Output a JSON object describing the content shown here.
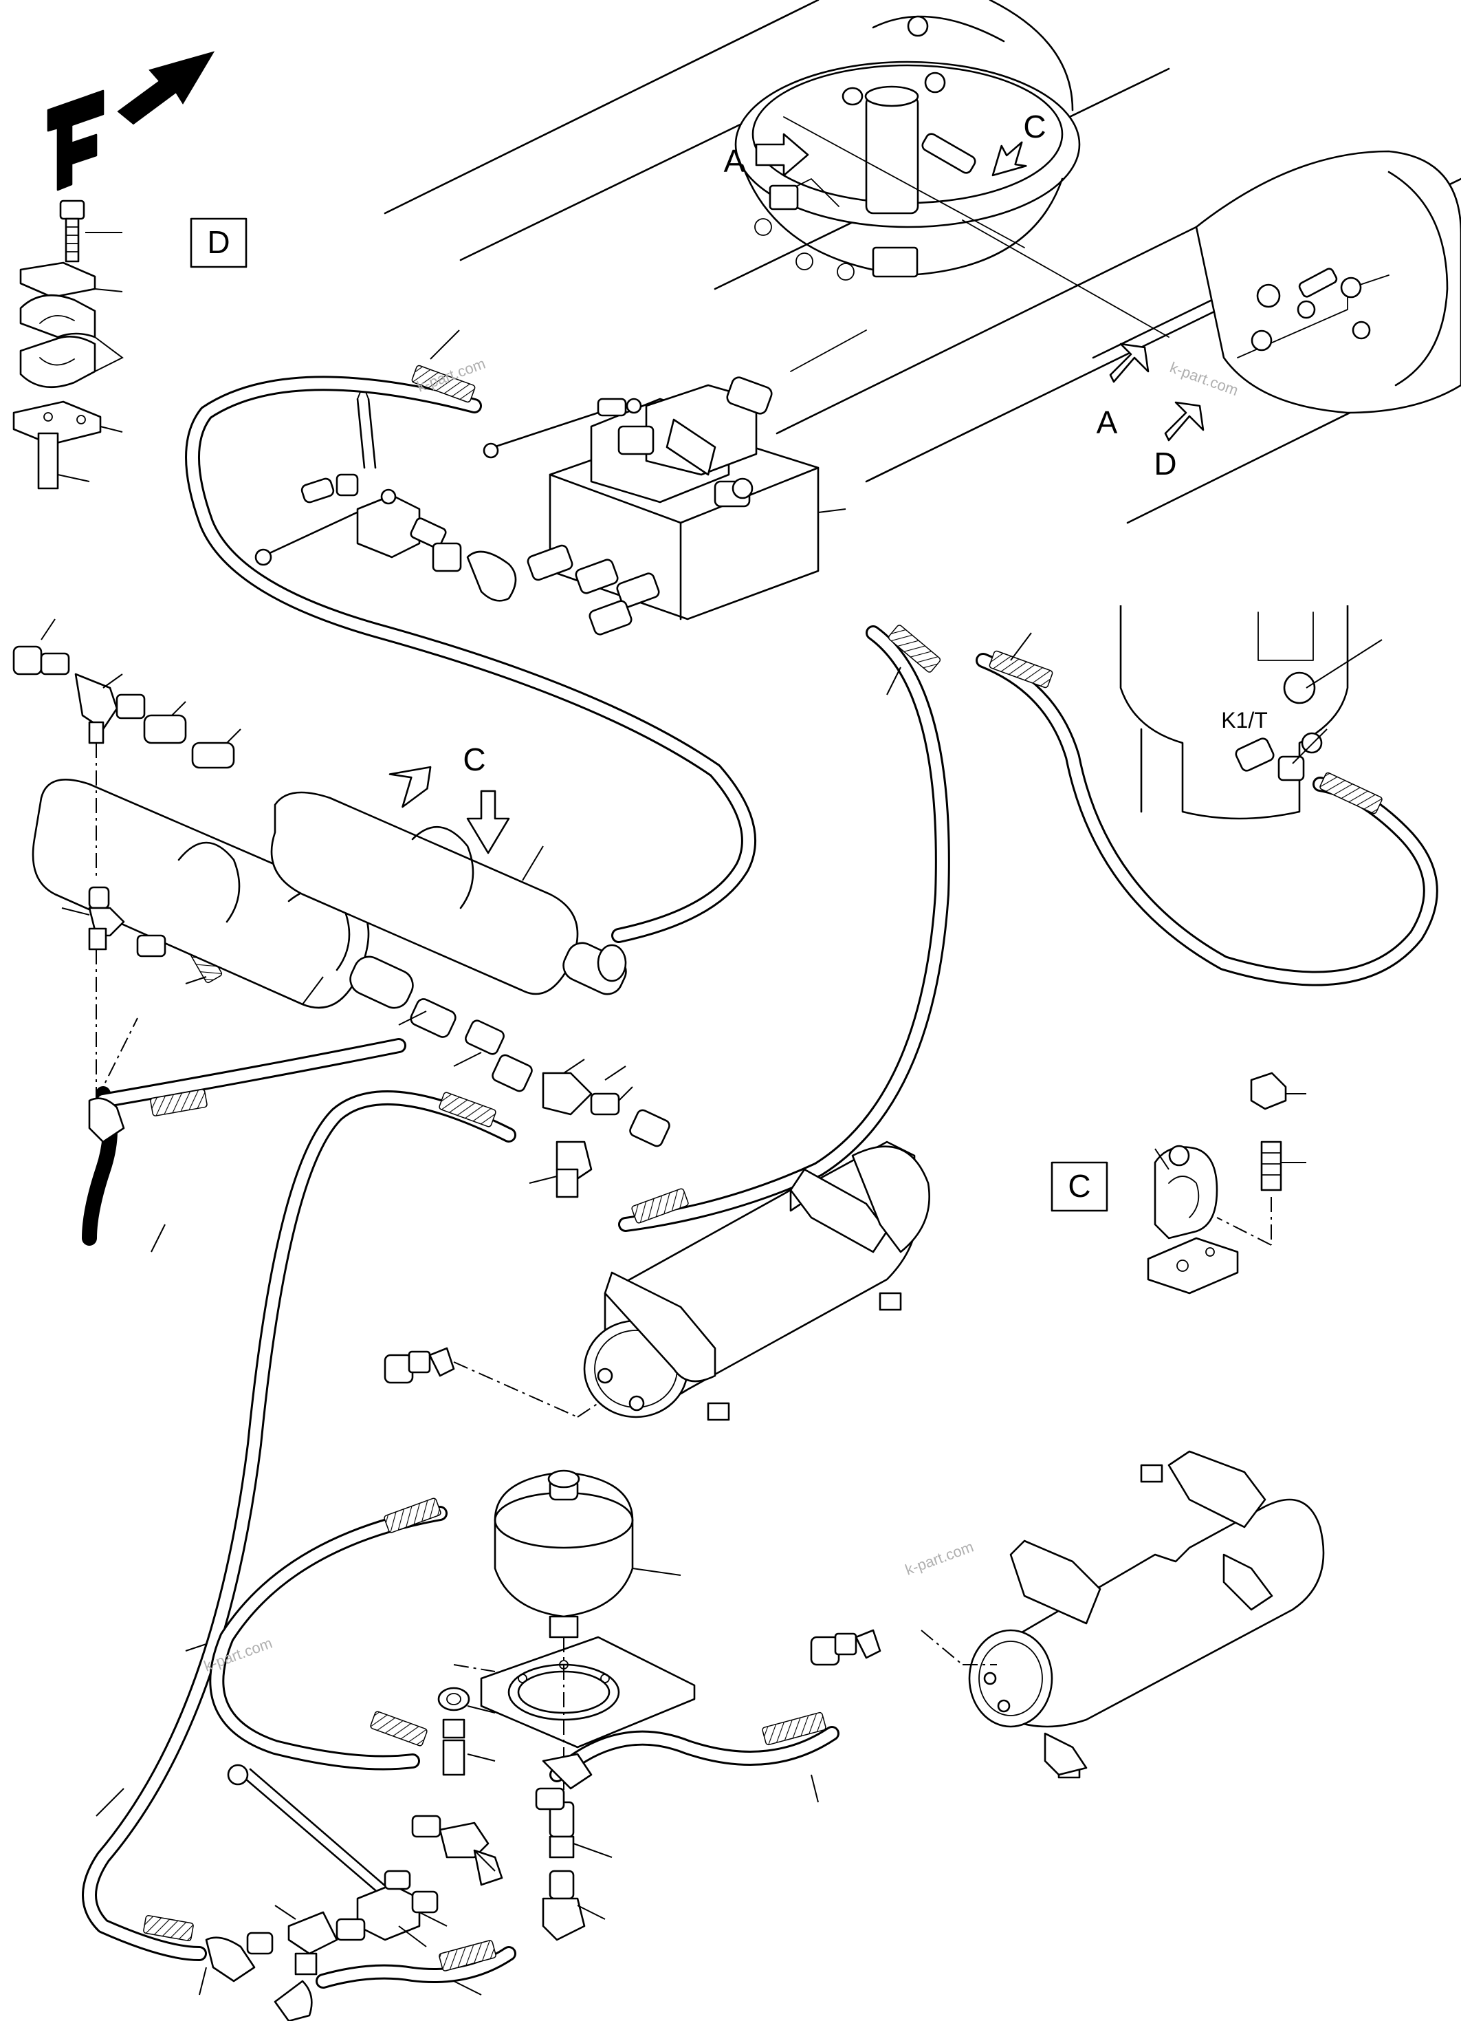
{
  "callouts": {
    "A_top": "A",
    "C_top": "C",
    "A_right": "A",
    "D_right": "D",
    "C_left": "C",
    "K1T": "K1/T"
  },
  "insets": {
    "D": "D",
    "C": "C"
  },
  "watermarks": {
    "w1": "k-part.com",
    "w2": "k-part.com",
    "w3": "k-part.com",
    "w4": "k-part.com"
  },
  "front_indicator": "F"
}
